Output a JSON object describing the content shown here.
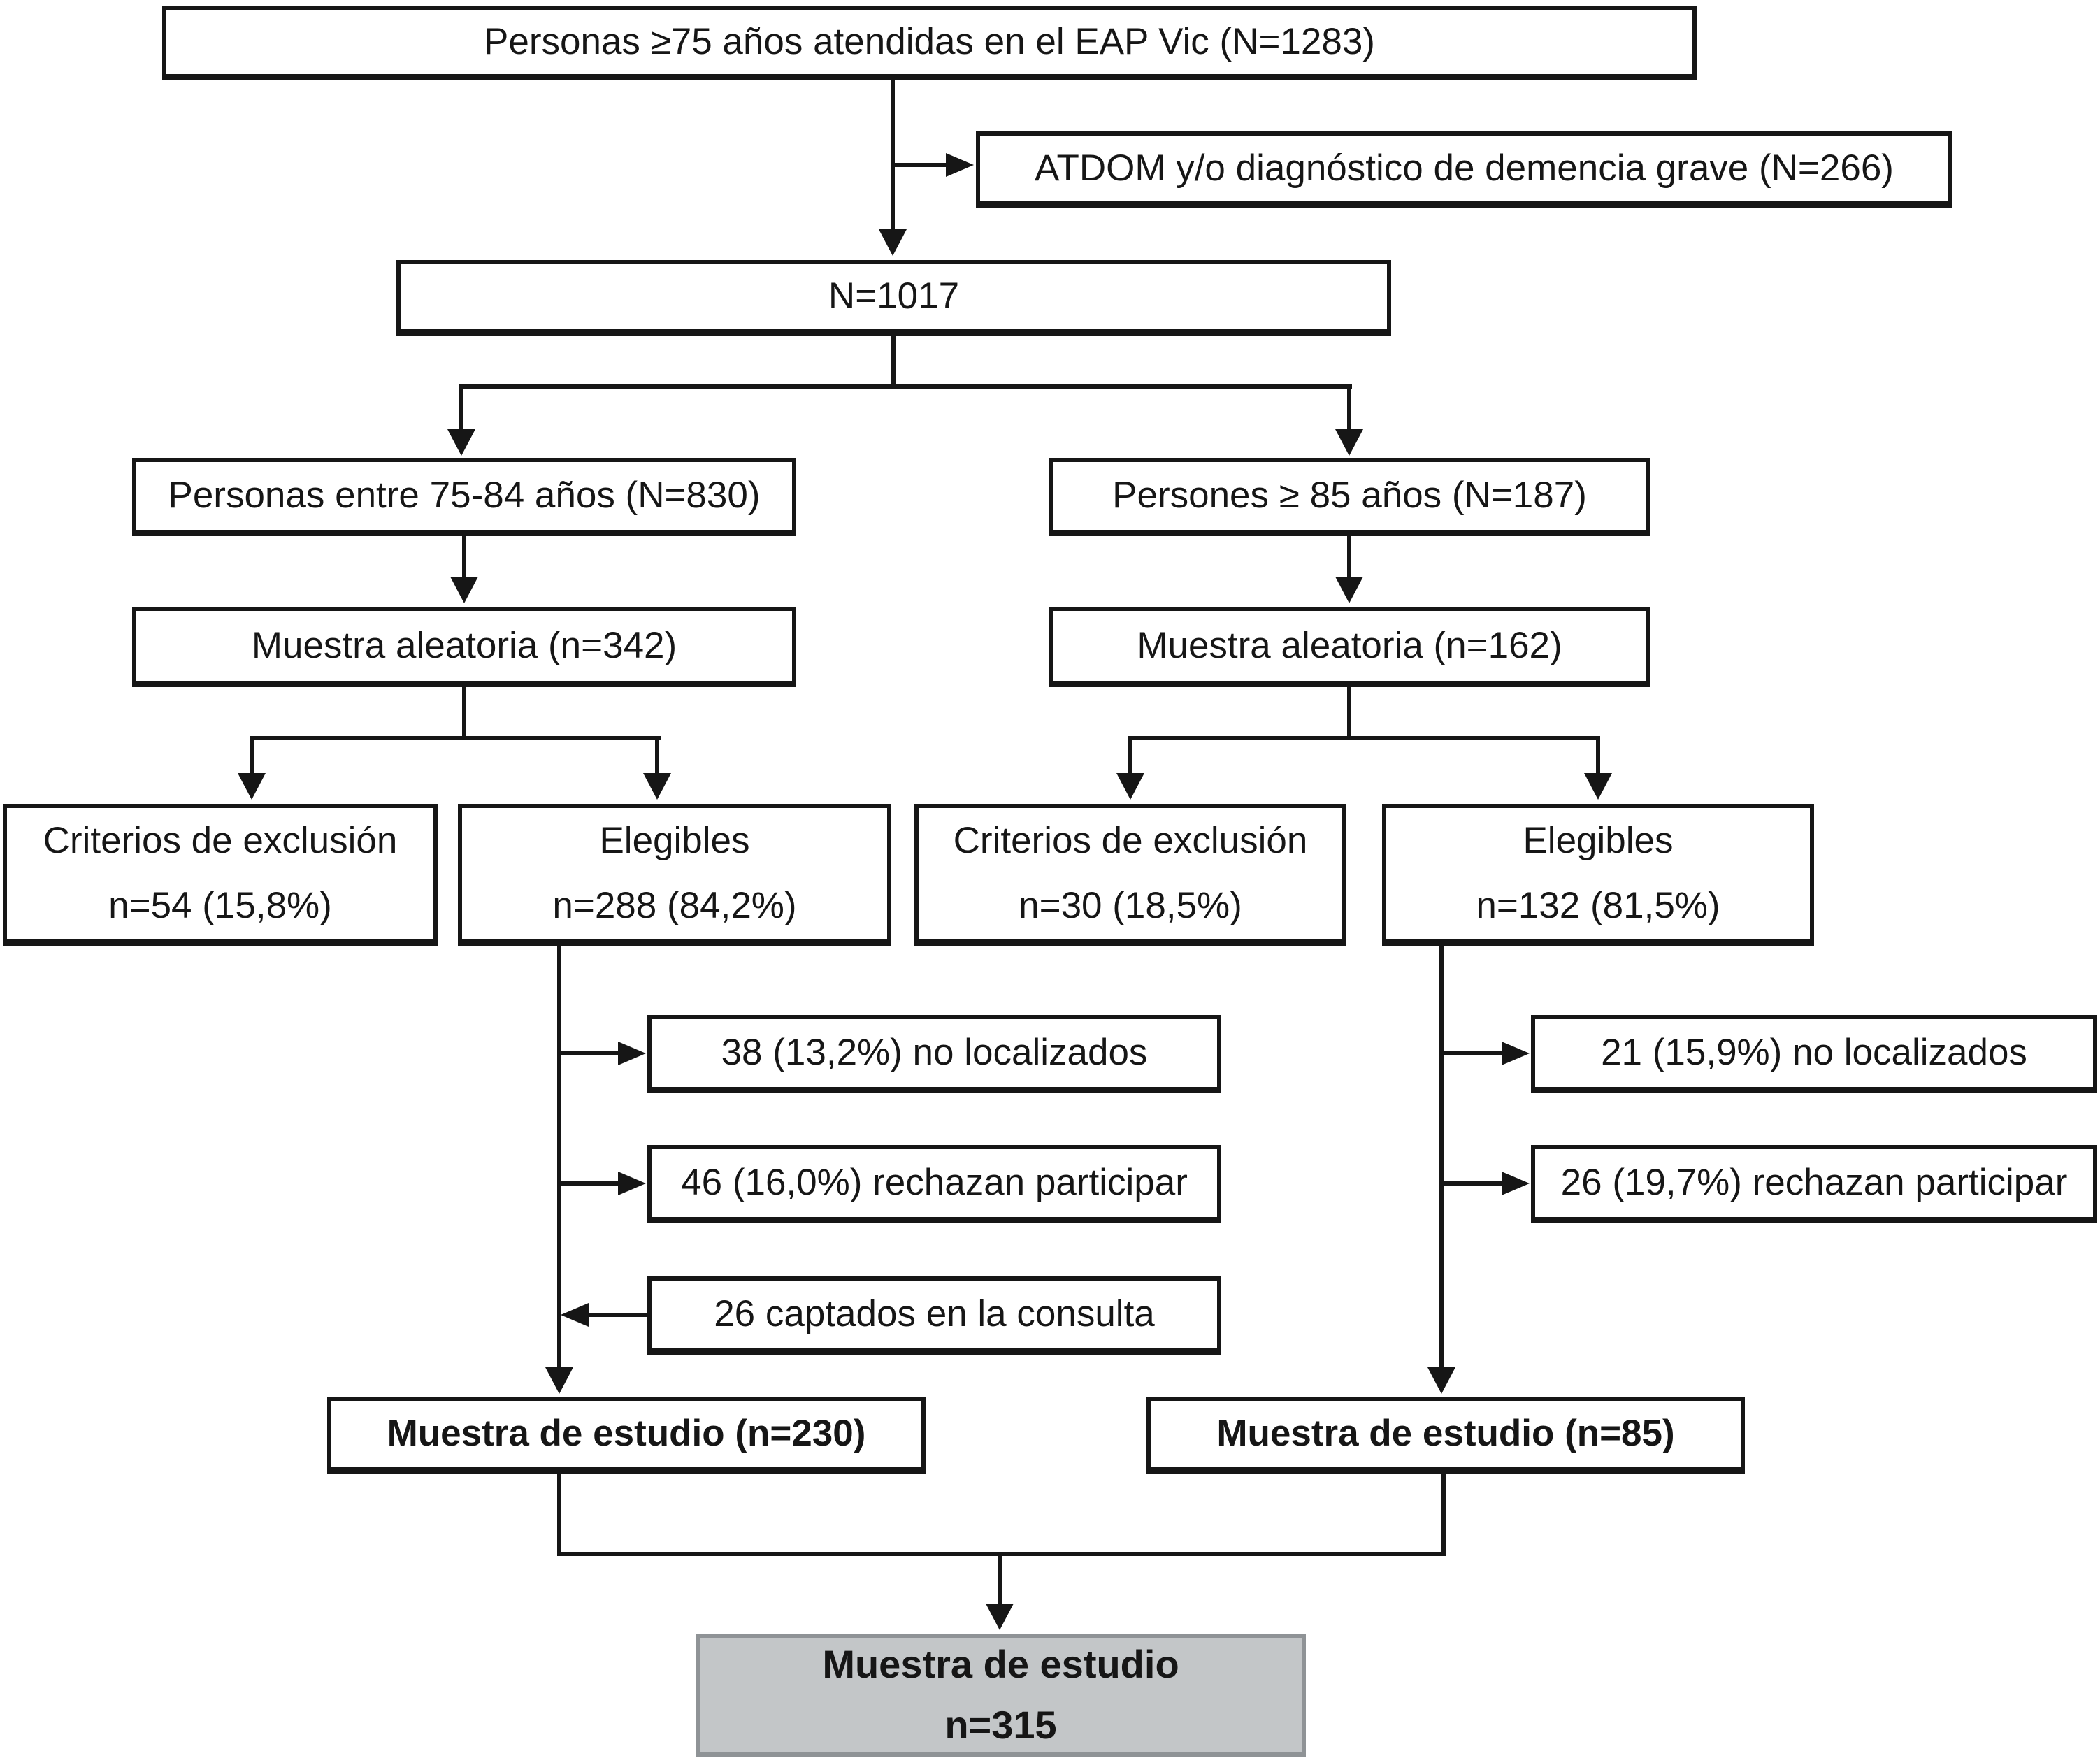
{
  "figure": {
    "type": "study-recruitment-flowchart",
    "language": "es"
  },
  "colors": {
    "line": "#161616",
    "box_fill": "#ffffff",
    "box_border": "#161616",
    "final_box_fill": "#c3c6c8",
    "final_box_border": "#8f9396",
    "text": "#161616"
  },
  "nodes": {
    "source": {
      "label": "Personas ≥75 años atendidas en el EAP Vic (N=1283)"
    },
    "excluded_atdom": {
      "label": "ATDOM y/o diagnóstico de demencia grave (N=266)"
    },
    "n1017": {
      "label": "N=1017"
    },
    "age_75_84": {
      "label": "Personas entre 75-84 años (N=830)"
    },
    "age_85": {
      "label": "Persones ≥ 85 años (N=187)"
    },
    "sample_75_84": {
      "label": "Muestra aleatoria (n=342)"
    },
    "sample_85": {
      "label": "Muestra aleatoria (n=162)"
    },
    "exclusion_75_84": {
      "label": "Criterios de exclusión\nn=54 (15,8%)"
    },
    "eligible_75_84": {
      "label": "Elegibles\nn=288 (84,2%)"
    },
    "exclusion_85": {
      "label": "Criterios de exclusión\nn=30 (18,5%)"
    },
    "eligible_85": {
      "label": "Elegibles\nn=132 (81,5%)"
    },
    "not_located_75_84": {
      "label": "38 (13,2%) no localizados"
    },
    "refused_75_84": {
      "label": "46 (16,0%) rechazan participar"
    },
    "recruited_consultation": {
      "label": "26 captados en la consulta"
    },
    "not_located_85": {
      "label": "21 (15,9%) no localizados"
    },
    "refused_85": {
      "label": "26 (19,7%) rechazan participar"
    },
    "study_sample_75_84": {
      "label": "Muestra de estudio (n=230)"
    },
    "study_sample_85": {
      "label": "Muestra de estudio (n=85)"
    },
    "study_sample_total": {
      "label": "Muestra de estudio\nn=315"
    }
  },
  "edges": [
    {
      "from": "source",
      "to": "excluded_atdom"
    },
    {
      "from": "source",
      "to": "n1017"
    },
    {
      "from": "n1017",
      "to": "age_75_84"
    },
    {
      "from": "n1017",
      "to": "age_85"
    },
    {
      "from": "age_75_84",
      "to": "sample_75_84"
    },
    {
      "from": "age_85",
      "to": "sample_85"
    },
    {
      "from": "sample_75_84",
      "to": "exclusion_75_84"
    },
    {
      "from": "sample_75_84",
      "to": "eligible_75_84"
    },
    {
      "from": "sample_85",
      "to": "exclusion_85"
    },
    {
      "from": "sample_85",
      "to": "eligible_85"
    },
    {
      "from": "eligible_75_84",
      "to": "not_located_75_84"
    },
    {
      "from": "eligible_75_84",
      "to": "refused_75_84"
    },
    {
      "from": "recruited_consultation",
      "to": "study_sample_75_84"
    },
    {
      "from": "eligible_75_84",
      "to": "study_sample_75_84"
    },
    {
      "from": "eligible_85",
      "to": "not_located_85"
    },
    {
      "from": "eligible_85",
      "to": "refused_85"
    },
    {
      "from": "eligible_85",
      "to": "study_sample_85"
    },
    {
      "from": "study_sample_75_84",
      "to": "study_sample_total"
    },
    {
      "from": "study_sample_85",
      "to": "study_sample_total"
    }
  ]
}
